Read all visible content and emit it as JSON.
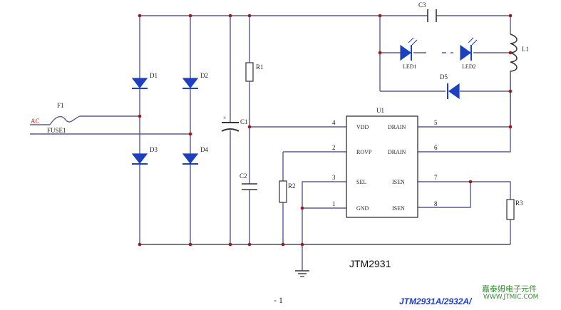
{
  "diagram": {
    "chip_name": "JTM2931",
    "labels": {
      "ac": "AC",
      "fuse": "F1",
      "fuse1": "FUSE1",
      "d1": "D1",
      "d2": "D2",
      "d3": "D3",
      "d4": "D4",
      "d5": "D5",
      "c1": "C1",
      "c2": "C2",
      "c3": "C3",
      "r1": "R1",
      "r2": "R2",
      "r3": "R3",
      "l1": "L1",
      "led1": "LED1",
      "led2": "LED2",
      "u1": "U1"
    },
    "ic_pins_left": [
      {
        "num": "4",
        "name": "VDD"
      },
      {
        "num": "2",
        "name": "ROVP"
      },
      {
        "num": "3",
        "name": "SEL"
      },
      {
        "num": "1",
        "name": "GND"
      }
    ],
    "ic_pins_right": [
      {
        "num": "5",
        "name": "DRAIN"
      },
      {
        "num": "6",
        "name": "DRAIN"
      },
      {
        "num": "7",
        "name": "ISEN"
      },
      {
        "num": "8",
        "name": "ISEN"
      }
    ]
  },
  "footer": {
    "page_no": "- 1",
    "title": "JTM2931A/2932A/",
    "brand": "嘉泰姆电子元件",
    "brand_url": "WWW.JTMIC.COM"
  }
}
